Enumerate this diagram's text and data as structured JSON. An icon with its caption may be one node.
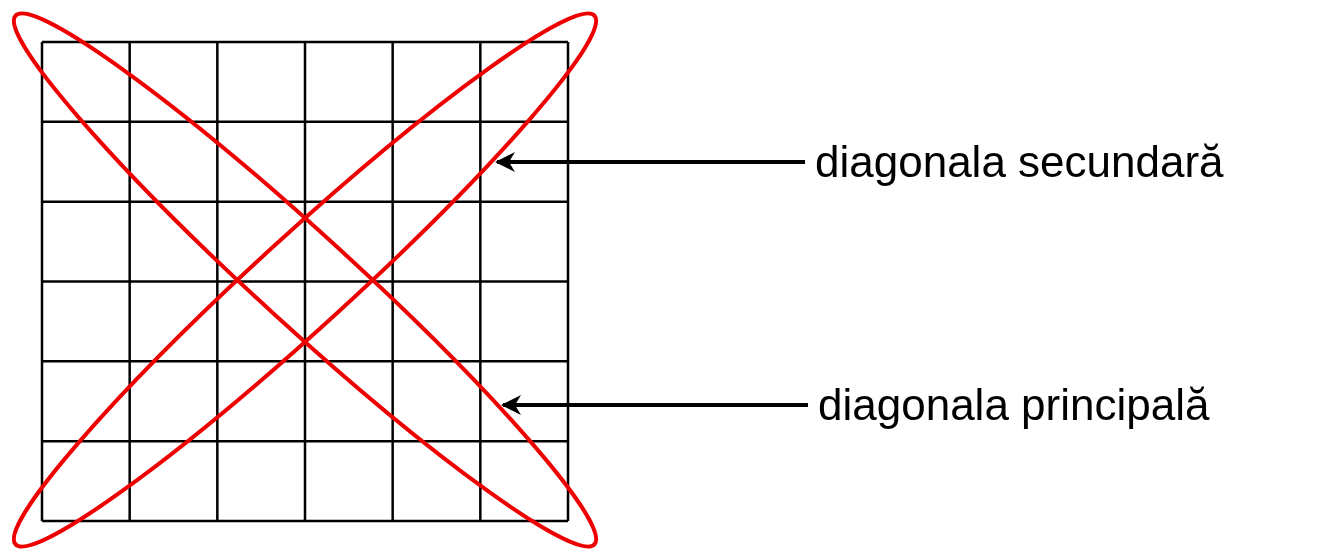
{
  "diagram": {
    "nodes": [
      {
        "text": [
          "diagonala secundară"
        ]
      },
      {
        "text": [],
        "shape": "ellipse"
      },
      {
        "text": [
          "diagonala principală"
        ]
      },
      {
        "text": [],
        "shape": "ellipse"
      }
    ],
    "edges": [
      {
        "from": 0,
        "to": 1,
        "arrow": "to"
      },
      {
        "from": 2,
        "to": 3,
        "arrow": "to"
      }
    ]
  }
}
